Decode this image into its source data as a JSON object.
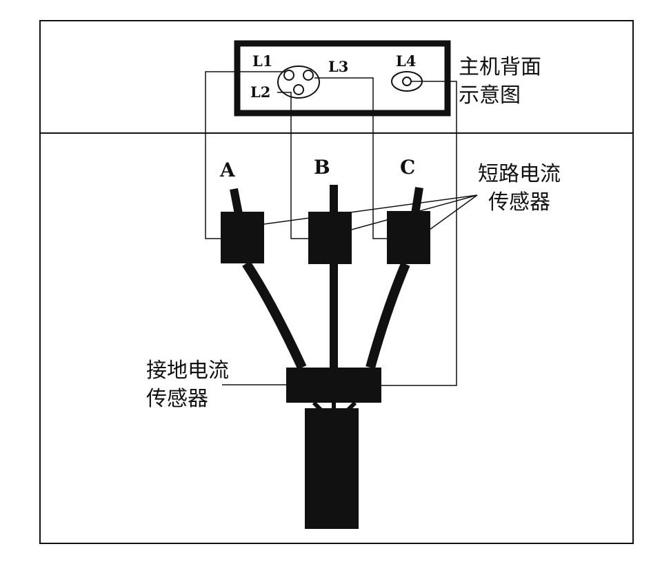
{
  "host_panel": {
    "label_line1": "主机背面",
    "label_line2": "示意图",
    "ports": {
      "l1": "L1",
      "l2": "L2",
      "l3": "L3",
      "l4": "L4"
    }
  },
  "phases": {
    "a": "A",
    "b": "B",
    "c": "C"
  },
  "short_circuit_sensor": {
    "line1": "短路电流",
    "line2": "传感器"
  },
  "ground_sensor": {
    "line1": "接地电流",
    "line2": "传感器"
  },
  "colors": {
    "ink": "#111111",
    "background": "#ffffff"
  }
}
